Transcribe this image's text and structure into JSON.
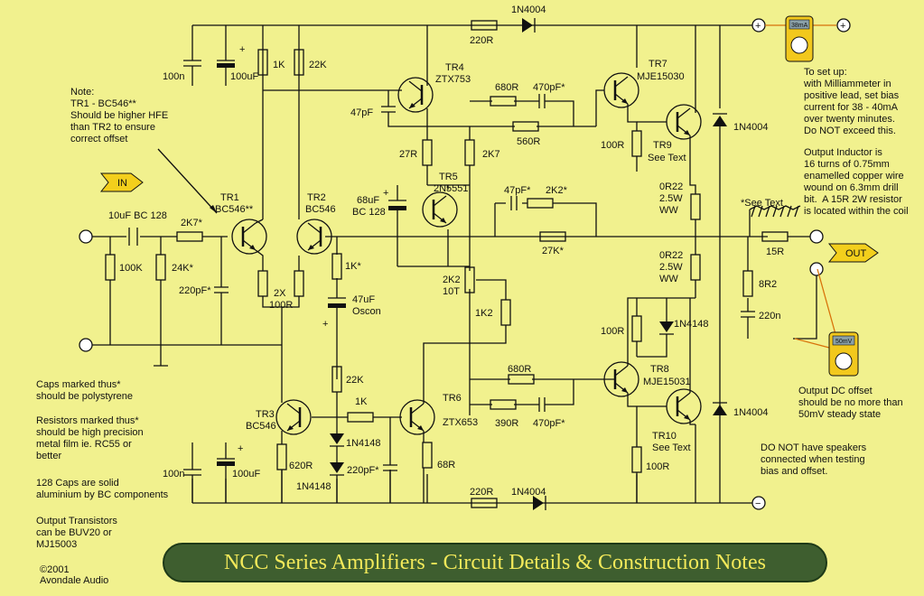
{
  "title": "NCC Series Amplifiers - Circuit Details & Construction Notes",
  "copyright": "©2001\nAvondale Audio",
  "notes": {
    "hfe": "Note:\nTR1 - BC546**\nShould be higher HFE\nthan TR2 to ensure\ncorrect offset",
    "caps": "Caps marked thus*\nshould be polystyrene",
    "resistors": "Resistors marked thus*\nshould be high precision\nmetal film ie. RC55 or\nbetter",
    "caps128": "128 Caps are solid\naluminium by BC components",
    "output_transistors": "Output Transistors\ncan be BUV20 or\nMJ15003",
    "setup": "To set up:\nwith Milliammeter in\npositive lead, set bias\ncurrent for 38 - 40mA\nover twenty minutes.\nDo NOT exceed this.",
    "inductor": "Output Inductor is\n16 turns of 0.75mm\nenamelled copper wire\nwound on 6.3mm drill\nbit.  A 15R 2W resistor\nis located within the coil",
    "offset": "Output DC offset\nshould be no more than\n50mV steady state",
    "speakers": "DO NOT have speakers\nconnected when testing\nbias and offset."
  },
  "tags": {
    "in": "IN",
    "out": "OUT"
  },
  "meters": {
    "top": "38mA",
    "bottom": "50mV"
  },
  "rails": {
    "plus": "+",
    "minus": "−"
  },
  "labels": {
    "c100n_top": "100n",
    "c100uf_top": "100uF",
    "r1k": "1K",
    "r22k_top": "22K",
    "r220r_top": "220R",
    "d1n4004_top": "1N4004",
    "tr4": "TR4",
    "tr4_part": "ZTX753",
    "c47pf": "47pF",
    "r680r_top": "680R",
    "c470pf_top": "470pF*",
    "r560r": "560R",
    "tr7": "TR7",
    "tr7_part": "MJE15030",
    "d1n4004_right_top": "1N4004",
    "r100r_top": "100R",
    "tr9": "TR9",
    "tr9_see": "See Text",
    "r27r": "27R",
    "r2k7": "2K7",
    "tr5": "TR5",
    "tr5_part": "2N5551",
    "c68uf": "68uF",
    "bc128_mid": "BC 128",
    "c47pf_fb": "47pF*",
    "r2k2_fb": "2K2*",
    "r27k": "27K*",
    "r0r22_top": "0R22",
    "w25_top": "2.5W",
    "ww_top": "WW",
    "r0r22_bot": "0R22",
    "w25_bot": "2.5W",
    "ww_bot": "WW",
    "see_text": "*See Text",
    "r15r": "15R",
    "r8r2": "8R2",
    "c220n": "220n",
    "c10uf": "10uF BC 128",
    "r2k7_in": "2K7*",
    "r100k": "100K",
    "r24k": "24K*",
    "c220pf_in": "220pF*",
    "tr1": "TR1",
    "tr1_part": "BC546**",
    "tr2": "TR2",
    "tr2_part": "BC546",
    "r2x": "2X",
    "r100r_pair": "100R",
    "r1k_star": "1K*",
    "c47uf": "47uF",
    "oscon": "Oscon",
    "r2k2_pot": "2K2",
    "r10t": "10T",
    "r1k2": "1K2",
    "r100r_vbe": "100R",
    "d1n4148_vbe": "1N4148",
    "r680r_bot": "680R",
    "tr8": "TR8",
    "tr8_part": "MJE15031",
    "r390r": "390R",
    "c470pf_bot": "470pF*",
    "d1n4004_right_bot": "1N4004",
    "tr10": "TR10",
    "tr10_see": "See Text",
    "r100r_bot": "100R",
    "r22k_bot": "22K",
    "r1k_bot": "1K",
    "tr3": "TR3",
    "tr3_part": "BC546",
    "d1n4148_a": "1N4148",
    "c220pf_bot": "220pF*",
    "r620r": "620R",
    "d1n4148_b": "1N4148",
    "tr6": "TR6",
    "tr6_part": "ZTX653",
    "r68r": "68R",
    "c100n_bot": "100n",
    "c100uf_bot": "100uF",
    "r220r_bot": "220R",
    "d1n4004_bot": "1N4004"
  }
}
